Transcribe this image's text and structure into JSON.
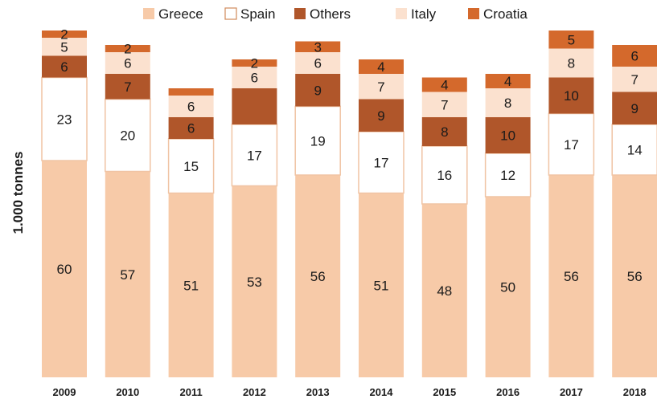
{
  "chart_data": {
    "type": "bar",
    "stacked": true,
    "title": "",
    "xlabel": "",
    "ylabel": "1.000 tonnes",
    "categories": [
      "2009",
      "2010",
      "2011",
      "2012",
      "2013",
      "2014",
      "2015",
      "2016",
      "2017",
      "2018"
    ],
    "series": [
      {
        "name": "Greece",
        "color": "#f7caa8",
        "values": [
          60,
          57,
          51,
          53,
          56,
          51,
          48,
          50,
          56,
          56
        ],
        "labels": [
          "60",
          "57",
          "51",
          "53",
          "56",
          "51",
          "48",
          "50",
          "56",
          "56"
        ]
      },
      {
        "name": "Spain",
        "color": "#ffffff",
        "values": [
          23,
          20,
          15,
          17,
          19,
          17,
          16,
          12,
          17,
          14
        ],
        "labels": [
          "23",
          "20",
          "15",
          "17",
          "19",
          "17",
          "16",
          "12",
          "17",
          "14"
        ]
      },
      {
        "name": "Others",
        "color": "#b0562a",
        "values": [
          6,
          7,
          6,
          10,
          9,
          9,
          8,
          10,
          10,
          9
        ],
        "labels": [
          "6",
          "7",
          "6",
          "",
          "9",
          "9",
          "8",
          "10",
          "10",
          "9"
        ]
      },
      {
        "name": "Italy",
        "color": "#fbe1cf",
        "values": [
          5,
          6,
          6,
          6,
          6,
          7,
          7,
          8,
          8,
          7
        ],
        "labels": [
          "5",
          "6",
          "6",
          "6",
          "6",
          "7",
          "7",
          "8",
          "8",
          "7"
        ]
      },
      {
        "name": "Croatia",
        "color": "#d4692c",
        "values": [
          2,
          2,
          2,
          2,
          3,
          4,
          4,
          4,
          5,
          6
        ],
        "labels": [
          "2",
          "2",
          "",
          "2",
          "3",
          "4",
          "4",
          "4",
          "5",
          "6"
        ]
      }
    ],
    "legend_position": "top",
    "grid": false,
    "ylim": [
      0,
      96
    ]
  }
}
